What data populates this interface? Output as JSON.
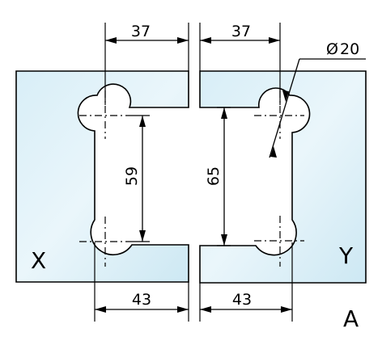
{
  "dimensions": {
    "top_left_width": "37",
    "top_right_width": "37",
    "left_vertical": "59",
    "right_vertical": "65",
    "bottom_left_width": "43",
    "bottom_right_width": "43",
    "hole_diameter": "20",
    "diameter_symbol": "Ø"
  },
  "labels": {
    "left_part": "X",
    "right_part": "Y",
    "view": "A"
  },
  "colors": {
    "glass_fill": "#cfe9f4",
    "line": "#000000",
    "background": "#ffffff"
  }
}
